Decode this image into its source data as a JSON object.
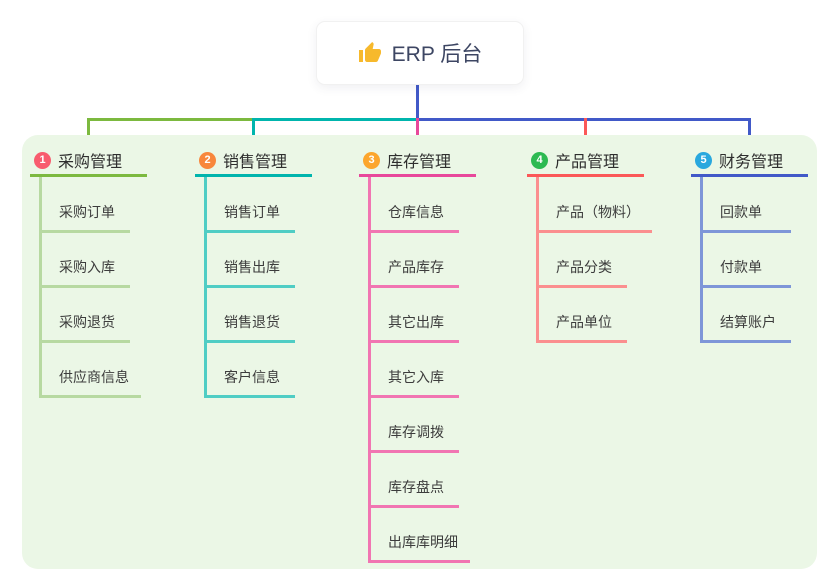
{
  "root": {
    "label": "ERP 后台",
    "icon": "thumbs-up-icon"
  },
  "branches": [
    {
      "index": "1",
      "title": "采购管理",
      "badge_color": "#f85c6e",
      "line_color": "#7cb93f",
      "child_line_color": "#b7d9a1",
      "children": [
        "采购订单",
        "采购入库",
        "采购退货",
        "供应商信息"
      ]
    },
    {
      "index": "2",
      "title": "销售管理",
      "badge_color": "#f8873c",
      "line_color": "#00b5ad",
      "child_line_color": "#4fcdc4",
      "children": [
        "销售订单",
        "销售出库",
        "销售退货",
        "客户信息"
      ]
    },
    {
      "index": "3",
      "title": "库存管理",
      "badge_color": "#fca62d",
      "line_color": "#e8489b",
      "child_line_color": "#f175b2",
      "children": [
        "仓库信息",
        "产品库存",
        "其它出库",
        "其它入库",
        "库存调拨",
        "库存盘点",
        "出库库明细"
      ]
    },
    {
      "index": "4",
      "title": "产品管理",
      "badge_color": "#2dba52",
      "line_color": "#fb5858",
      "child_line_color": "#fb8f8f",
      "children": [
        "产品（物料）",
        "产品分类",
        "产品单位"
      ]
    },
    {
      "index": "5",
      "title": "财务管理",
      "badge_color": "#29a8de",
      "line_color": "#4159c8",
      "child_line_color": "#7e96d8",
      "children": [
        "回款单",
        "付款单",
        "结算账户"
      ]
    }
  ],
  "colors": {
    "canvas_bg": "#ffffff",
    "panel_bg": "#ebf7e6",
    "root_connector": "#4159c8",
    "root_text": "#3d4663",
    "node_text": "#3c3c3c",
    "thumb_icon": "#f7b92c"
  }
}
